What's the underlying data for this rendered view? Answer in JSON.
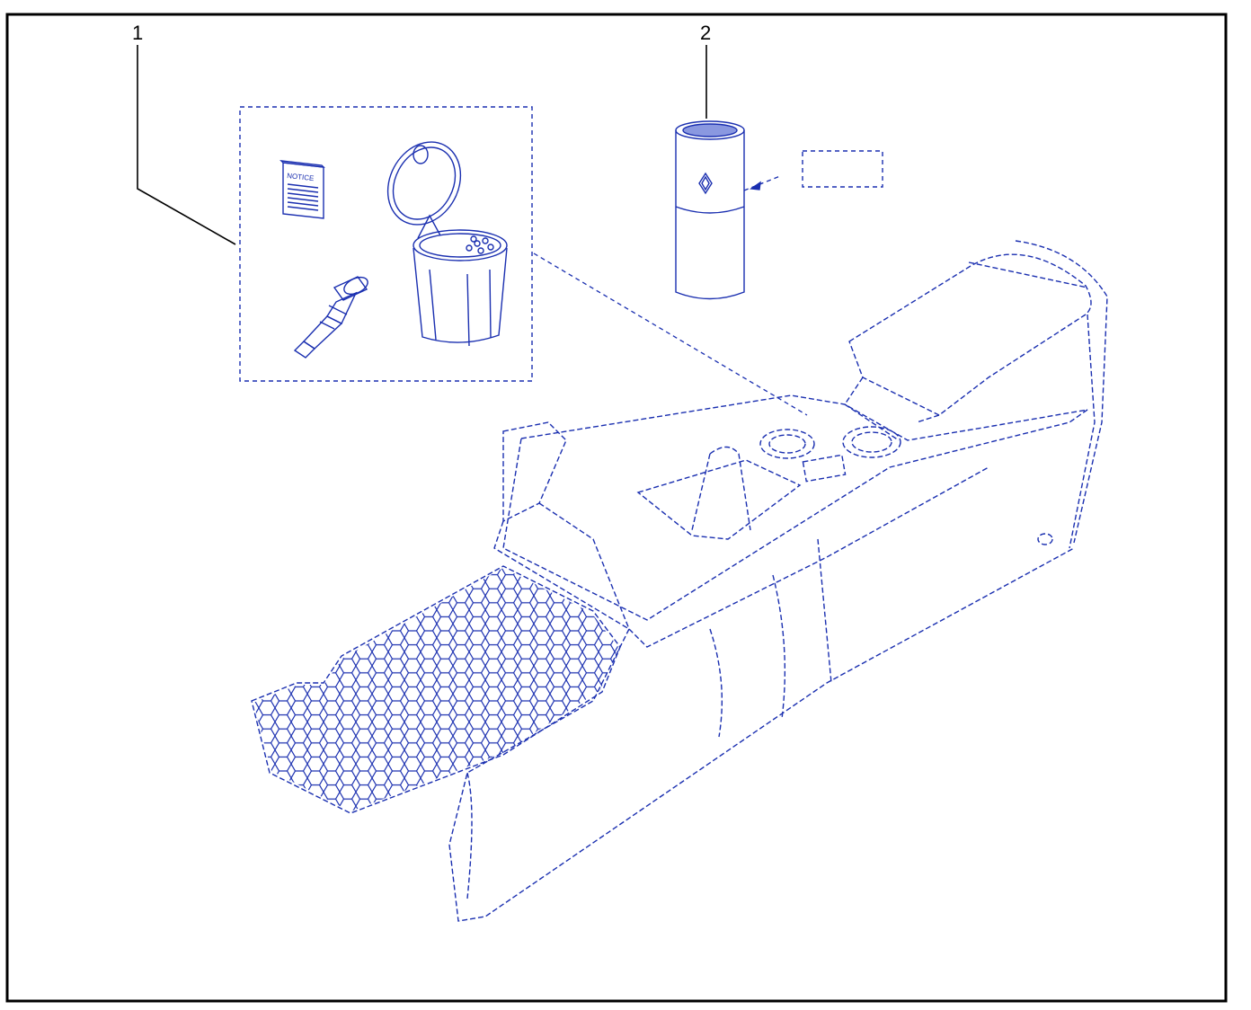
{
  "diagram": {
    "callouts": [
      {
        "label": "1",
        "refers_to": "accessory-kit"
      },
      {
        "label": "2",
        "refers_to": "air-purifier"
      }
    ],
    "kit": {
      "notice_label": "NOTICE"
    },
    "colors": {
      "line": "#1a2fb0",
      "frame": "#000000",
      "leader": "#000000",
      "background": "#ffffff"
    }
  }
}
